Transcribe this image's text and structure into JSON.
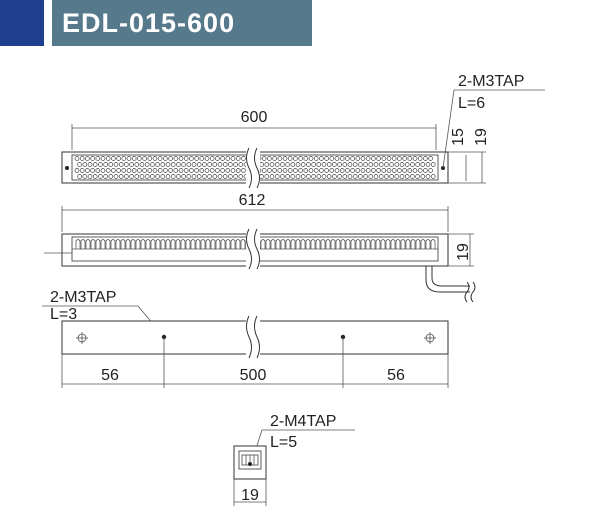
{
  "header": {
    "title": "EDL-015-600",
    "bar_color": "#1f3f8f",
    "title_bg": "#567a8c"
  },
  "top_view": {
    "width_dim": "600",
    "height_dim_inner": "15",
    "height_dim_outer": "19",
    "tap_note": "2-M3TAP",
    "tap_depth": "L=6"
  },
  "side_view": {
    "length_dim": "612",
    "height_dim": "19"
  },
  "bottom_view": {
    "tap_note": "2-M3TAP",
    "tap_depth": "L=3",
    "dim_left": "56",
    "dim_center": "500",
    "dim_right": "56"
  },
  "end_view": {
    "tap_note": "2-M4TAP",
    "tap_depth": "L=5",
    "width_dim": "19"
  },
  "icons": {
    "cable": "cable-icon",
    "break": "break-mark-icon",
    "tap": "tap-hole-icon"
  }
}
